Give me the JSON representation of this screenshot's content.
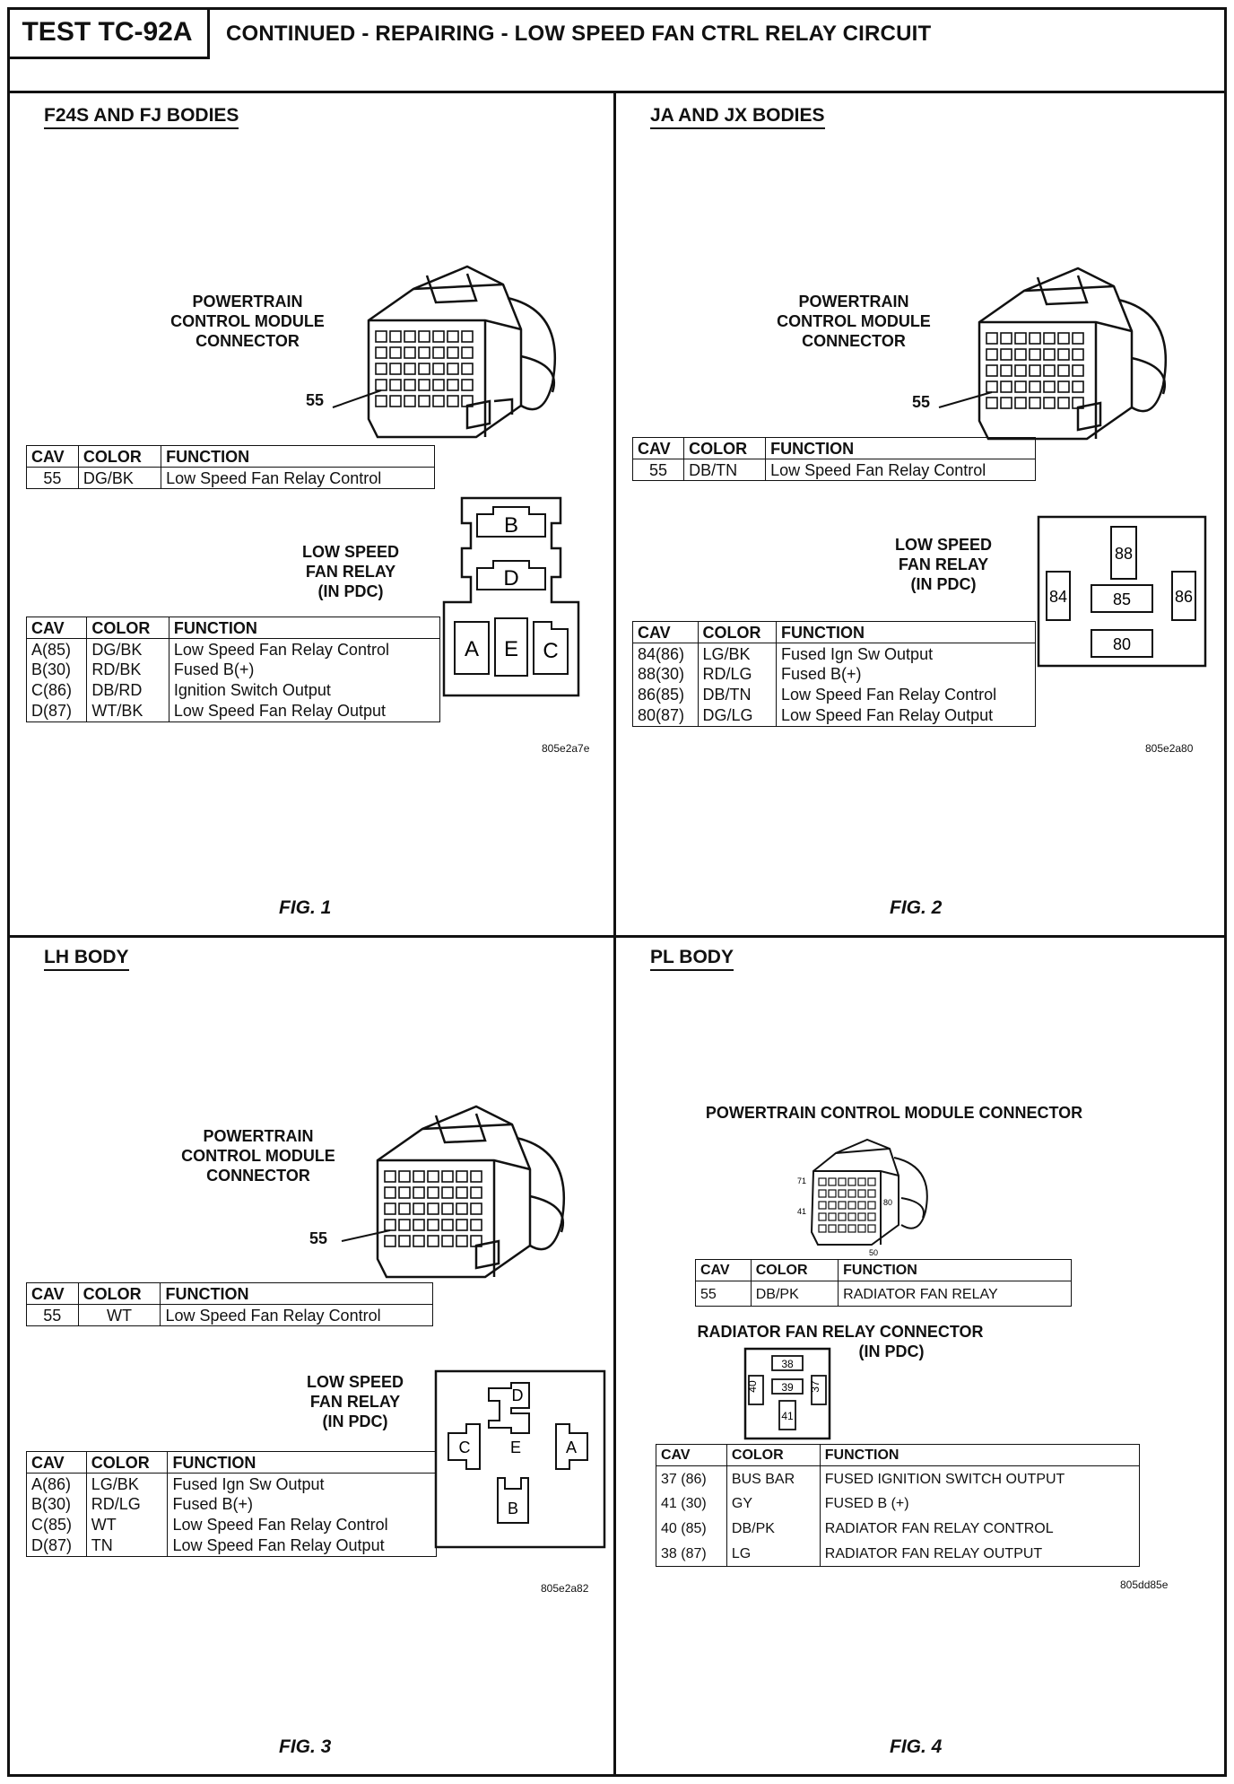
{
  "header": {
    "test_id": "TEST TC-92A",
    "title": "CONTINUED - REPAIRING - LOW SPEED FAN CTRL RELAY CIRCUIT"
  },
  "table_headers": {
    "cav": "CAV",
    "color": "COLOR",
    "function": "FUNCTION"
  },
  "fig1": {
    "title": "F24S AND FJ BODIES",
    "pcm_label": [
      "POWERTRAIN",
      "CONTROL MODULE",
      "CONNECTOR"
    ],
    "pin_callout": "55",
    "pcm_rows": [
      {
        "cav": "55",
        "color": "DG/BK",
        "function": "Low Speed Fan Relay Control"
      }
    ],
    "relay_label": [
      "LOW SPEED",
      "FAN RELAY",
      "(IN PDC)"
    ],
    "relay_rows": [
      {
        "cav": "A(85)",
        "color": "DG/BK",
        "function": "Low Speed Fan Relay Control"
      },
      {
        "cav": "B(30)",
        "color": "RD/BK",
        "function": "Fused B(+)"
      },
      {
        "cav": "C(86)",
        "color": "DB/RD",
        "function": "Ignition Switch Output"
      },
      {
        "cav": "D(87)",
        "color": "WT/BK",
        "function": "Low Speed Fan Relay Output"
      }
    ],
    "terminals": {
      "b": "B",
      "d": "D",
      "a": "A",
      "e": "E",
      "c": "C"
    },
    "code": "805e2a7e",
    "fig_label": "FIG. 1"
  },
  "fig2": {
    "title": "JA AND JX BODIES",
    "pcm_label": [
      "POWERTRAIN",
      "CONTROL MODULE",
      "CONNECTOR"
    ],
    "pin_callout": "55",
    "pcm_rows": [
      {
        "cav": "55",
        "color": "DB/TN",
        "function": "Low Speed Fan Relay Control"
      }
    ],
    "relay_label": [
      "LOW SPEED",
      "FAN RELAY",
      "(IN PDC)"
    ],
    "relay_rows": [
      {
        "cav": "84(86)",
        "color": "LG/BK",
        "function": "Fused Ign Sw Output"
      },
      {
        "cav": "88(30)",
        "color": "RD/LG",
        "function": "Fused B(+)"
      },
      {
        "cav": "86(85)",
        "color": "DB/TN",
        "function": "Low Speed Fan Relay Control"
      },
      {
        "cav": "80(87)",
        "color": "DG/LG",
        "function": "Low Speed Fan Relay Output"
      }
    ],
    "terminals": {
      "t88": "88",
      "t84": "84",
      "t85": "85",
      "t86": "86",
      "t80": "80"
    },
    "code": "805e2a80",
    "fig_label": "FIG. 2"
  },
  "fig3": {
    "title": "LH BODY",
    "pcm_label": [
      "POWERTRAIN",
      "CONTROL MODULE",
      "CONNECTOR"
    ],
    "pin_callout": "55",
    "pcm_rows": [
      {
        "cav": "55",
        "color": "WT",
        "function": "Low Speed Fan Relay Control"
      }
    ],
    "relay_label": [
      "LOW SPEED",
      "FAN RELAY",
      "(IN PDC)"
    ],
    "relay_rows": [
      {
        "cav": "A(86)",
        "color": "LG/BK",
        "function": "Fused Ign Sw Output"
      },
      {
        "cav": "B(30)",
        "color": "RD/LG",
        "function": "Fused B(+)"
      },
      {
        "cav": "C(85)",
        "color": "WT",
        "function": "Low Speed Fan Relay Control"
      },
      {
        "cav": "D(87)",
        "color": "TN",
        "function": "Low Speed Fan Relay Output"
      }
    ],
    "terminals": {
      "d": "D",
      "c": "C",
      "e": "E",
      "a": "A",
      "b": "B"
    },
    "code": "805e2a82",
    "fig_label": "FIG. 3"
  },
  "fig4": {
    "title": "PL BODY",
    "pcm_label": "POWERTRAIN CONTROL MODULE CONNECTOR",
    "pin_numbers": {
      "p71": "71",
      "p41": "41",
      "p80": "80",
      "p50": "50"
    },
    "pcm_rows": [
      {
        "cav": "55",
        "color": "DB/PK",
        "function": "RADIATOR FAN RELAY"
      }
    ],
    "relay_label": [
      "RADIATOR FAN RELAY CONNECTOR",
      "(IN PDC)"
    ],
    "relay_rows": [
      {
        "cav": "37 (86)",
        "color": "BUS BAR",
        "function": "FUSED IGNITION SWITCH OUTPUT"
      },
      {
        "cav": "41 (30)",
        "color": "GY",
        "function": "FUSED B (+)"
      },
      {
        "cav": "40 (85)",
        "color": "DB/PK",
        "function": "RADIATOR FAN RELAY CONTROL"
      },
      {
        "cav": "38 (87)",
        "color": "LG",
        "function": "RADIATOR FAN RELAY OUTPUT"
      }
    ],
    "terminals": {
      "t38": "38",
      "t40": "40",
      "t39": "39",
      "t37": "37",
      "t41": "41"
    },
    "code": "805dd85e",
    "fig_label": "FIG. 4"
  }
}
